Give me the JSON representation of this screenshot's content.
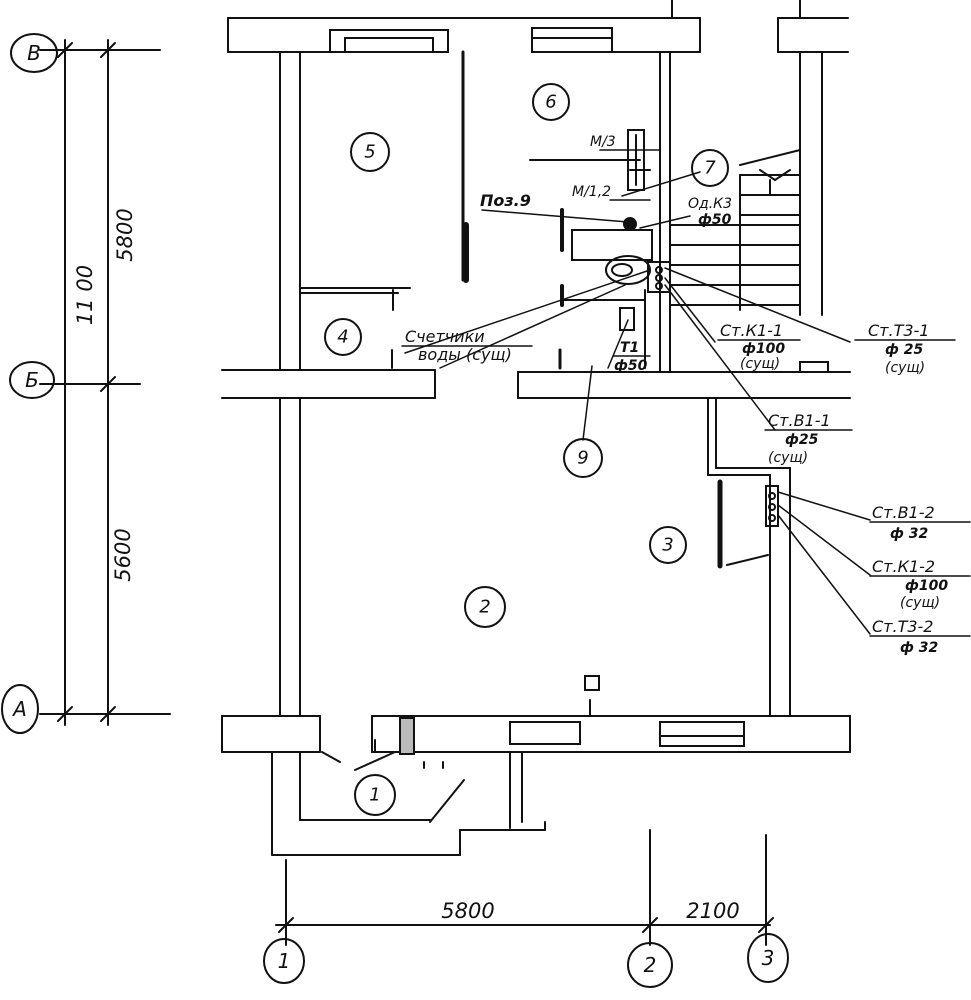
{
  "axes": {
    "rows": [
      "В",
      "Б",
      "А"
    ],
    "cols": [
      "1",
      "2",
      "3"
    ]
  },
  "dimensions": {
    "total_vertical": "11 00",
    "upper_vertical": "5800",
    "lower_vertical": "5600",
    "horizontal_1_2": "5800",
    "horizontal_2_3": "2100"
  },
  "rooms": [
    "1",
    "2",
    "3",
    "4",
    "5",
    "6",
    "7",
    "9"
  ],
  "labels": {
    "m13": "М/3",
    "m12": "М/1,2",
    "poz9": "Поз.9",
    "odk3_a": "Од.К3",
    "odk3_b": "ф50",
    "meters_a": "Счетчики",
    "meters_b": "воды (сущ)",
    "t1_a": "Т1",
    "t1_b": "ф50",
    "stk11_a": "Ст.К1-1",
    "stk11_b": "ф100",
    "stk11_c": "(сущ)",
    "stt31_a": "Ст.Т3-1",
    "stt31_b": "ф 25",
    "stt31_c": "(сущ)",
    "stb11_a": "Ст.В1-1",
    "stb11_b": "ф25",
    "stb11_c": "(сущ)",
    "stb12_a": "Ст.В1-2",
    "stb12_b": "ф 32",
    "stk12_a": "Ст.К1-2",
    "stk12_b": "ф100",
    "stk12_c": "(сущ)",
    "stt32_a": "Ст.Т3-2",
    "stt32_b": "ф 32"
  }
}
